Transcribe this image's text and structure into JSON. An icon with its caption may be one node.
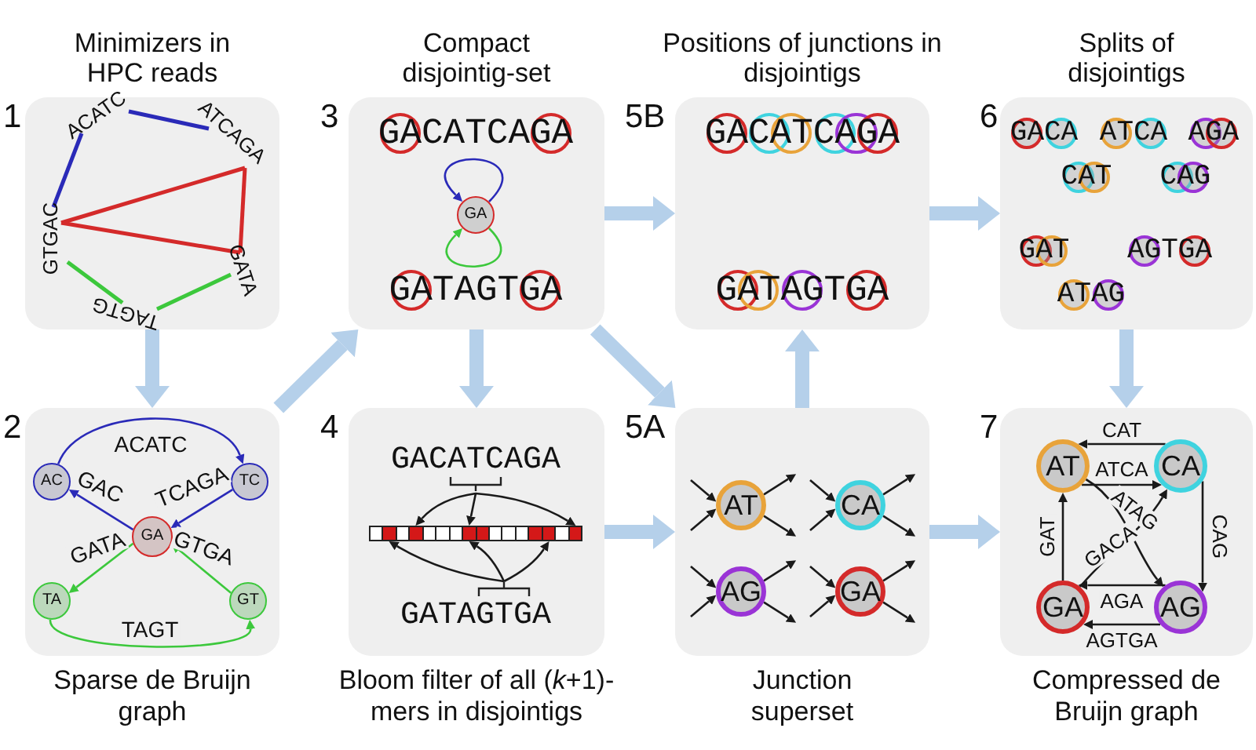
{
  "diagram": {
    "nodes": [
      {
        "text": [
          "Minimizers in HPC reads"
        ],
        "beside": [
          "1"
        ]
      },
      {
        "text": [
          "ACATC"
        ],
        "in": 0
      },
      {
        "text": [
          "ATCAGA"
        ],
        "in": 0
      },
      {
        "text": [
          "GTGAC"
        ],
        "in": 0
      },
      {
        "text": [
          "GATA"
        ],
        "in": 0
      },
      {
        "text": [
          "TAGTG"
        ],
        "in": 0
      },
      {
        "text": [
          "Compact disjointig-set"
        ],
        "beside": [
          "3"
        ]
      },
      {
        "text": [
          "GACATCAGA"
        ],
        "in": 6
      },
      {
        "text": [
          "GA"
        ],
        "in": 6
      },
      {
        "text": [
          "GATAGTGA"
        ],
        "in": 6
      },
      {
        "text": [
          "Positions of junctions in disjointigs"
        ],
        "beside": [
          "5B"
        ]
      },
      {
        "text": [
          "GACATCAGA"
        ],
        "in": 10
      },
      {
        "text": [
          "GATAGTGA"
        ],
        "in": 10
      },
      {
        "text": [
          "Splits of disjointigs"
        ],
        "beside": [
          "6"
        ]
      },
      {
        "text": [
          "GACA"
        ],
        "in": 13
      },
      {
        "text": [
          "ATCA"
        ],
        "in": 13
      },
      {
        "text": [
          "AGA"
        ],
        "in": 13
      },
      {
        "text": [
          "CAT"
        ],
        "in": 13
      },
      {
        "text": [
          "CAG"
        ],
        "in": 13
      },
      {
        "text": [
          "GAT"
        ],
        "in": 13
      },
      {
        "text": [
          "AGTGA"
        ],
        "in": 13
      },
      {
        "text": [
          "ATAG"
        ],
        "in": 13
      },
      {
        "text": [
          "Sparse de Bruijn graph"
        ],
        "beside": [
          "2"
        ]
      },
      {
        "text": [
          "AC"
        ],
        "in": 22
      },
      {
        "text": [
          "TC"
        ],
        "in": 22
      },
      {
        "text": [
          "GA"
        ],
        "in": 22
      },
      {
        "text": [
          "TA"
        ],
        "in": 22
      },
      {
        "text": [
          "GT"
        ],
        "in": 22
      },
      {
        "text": [
          "Bloom filter of all (*k*+1)-mers in disjointigs"
        ],
        "beside": [
          "4"
        ]
      },
      {
        "text": [
          "GACATCAGA"
        ],
        "in": 28
      },
      {
        "text": [],
        "shape": "bar",
        "in": 28
      },
      {
        "text": [
          "GATAGTGA"
        ],
        "in": 28
      },
      {
        "text": [
          "Junction superset"
        ],
        "beside": [
          "5A"
        ]
      },
      {
        "text": [
          "AT"
        ],
        "in": 32
      },
      {
        "text": [
          "CA"
        ],
        "in": 32
      },
      {
        "text": [
          "AG"
        ],
        "in": 32
      },
      {
        "text": [
          "GA"
        ],
        "in": 32
      },
      {
        "text": [
          "Compressed de Bruijn graph"
        ],
        "beside": [
          "7"
        ]
      },
      {
        "text": [
          "AT"
        ],
        "in": 37
      },
      {
        "text": [
          "CA"
        ],
        "in": 37
      },
      {
        "text": [
          "GA"
        ],
        "in": 37
      },
      {
        "text": [
          "AG"
        ],
        "in": 37
      }
    ],
    "edges": [
      {
        "from": 0,
        "to": 22,
        "arrow": "to",
        "style": "thick",
        "color": "#b5d0ea"
      },
      {
        "from": 22,
        "to": 6,
        "arrow": "to",
        "style": "thick",
        "color": "#b5d0ea"
      },
      {
        "from": 6,
        "to": 28,
        "arrow": "to",
        "style": "thick",
        "color": "#b5d0ea"
      },
      {
        "from": 6,
        "to": 10,
        "arrow": "to",
        "style": "thick",
        "color": "#b5d0ea"
      },
      {
        "from": 6,
        "to": 32,
        "arrow": "to",
        "style": "thick",
        "color": "#b5d0ea"
      },
      {
        "from": 28,
        "to": 32,
        "arrow": "to",
        "style": "thick",
        "color": "#b5d0ea"
      },
      {
        "from": 32,
        "to": 10,
        "arrow": "to",
        "style": "thick",
        "color": "#b5d0ea"
      },
      {
        "from": 10,
        "to": 13,
        "arrow": "to",
        "style": "thick",
        "color": "#b5d0ea"
      },
      {
        "from": 13,
        "to": 37,
        "arrow": "to",
        "style": "thick",
        "color": "#b5d0ea"
      },
      {
        "from": 32,
        "to": 37,
        "arrow": "to",
        "style": "thick",
        "color": "#b5d0ea"
      },
      {
        "from": 1,
        "to": 2,
        "arrow": "none",
        "color": "#2a2ab8"
      },
      {
        "from": 1,
        "to": 3,
        "arrow": "none",
        "color": "#2a2ab8"
      },
      {
        "from": 3,
        "to": 2,
        "arrow": "none",
        "color": "#d42a2a"
      },
      {
        "from": 2,
        "to": 4,
        "arrow": "none",
        "color": "#d42a2a"
      },
      {
        "from": 4,
        "to": 3,
        "arrow": "none",
        "color": "#d42a2a"
      },
      {
        "from": 3,
        "to": 5,
        "arrow": "none",
        "color": "#3cc83c"
      },
      {
        "from": 5,
        "to": 4,
        "arrow": "none",
        "color": "#3cc83c"
      },
      {
        "from": 23,
        "to": 24,
        "arrow": "to",
        "label": "ACATC",
        "color": "#2a2ab8"
      },
      {
        "from": 25,
        "to": 23,
        "arrow": "to",
        "label": "GAC",
        "color": "#2a2ab8"
      },
      {
        "from": 24,
        "to": 25,
        "arrow": "to",
        "label": "TCAGA",
        "color": "#2a2ab8"
      },
      {
        "from": 25,
        "to": 26,
        "arrow": "to",
        "label": "GATA",
        "color": "#3cc83c"
      },
      {
        "from": 27,
        "to": 25,
        "arrow": "to",
        "label": "GTGA",
        "color": "#3cc83c"
      },
      {
        "from": 26,
        "to": 27,
        "arrow": "to",
        "label": "TAGT",
        "color": "#3cc83c"
      },
      {
        "from": 8,
        "to": 8,
        "arrow": "to",
        "color": "#2a2ab8"
      },
      {
        "from": 8,
        "to": 8,
        "arrow": "to",
        "color": "#3cc83c"
      },
      {
        "from": 29,
        "to": 30,
        "arrow": "to"
      },
      {
        "from": 29,
        "to": 30,
        "arrow": "to"
      },
      {
        "from": 29,
        "to": 30,
        "arrow": "to"
      },
      {
        "from": 31,
        "to": 30,
        "arrow": "to"
      },
      {
        "from": 31,
        "to": 30,
        "arrow": "to"
      },
      {
        "from": 31,
        "to": 30,
        "arrow": "to"
      },
      {
        "from": null,
        "to": 33,
        "arrow": "to"
      },
      {
        "from": null,
        "to": 33,
        "arrow": "to"
      },
      {
        "from": 33,
        "to": null,
        "arrow": "to"
      },
      {
        "from": 33,
        "to": null,
        "arrow": "to"
      },
      {
        "from": null,
        "to": 34,
        "arrow": "to"
      },
      {
        "from": null,
        "to": 34,
        "arrow": "to"
      },
      {
        "from": 34,
        "to": null,
        "arrow": "to"
      },
      {
        "from": 34,
        "to": null,
        "arrow": "to"
      },
      {
        "from": null,
        "to": 35,
        "arrow": "to"
      },
      {
        "from": null,
        "to": 35,
        "arrow": "to"
      },
      {
        "from": 35,
        "to": null,
        "arrow": "to"
      },
      {
        "from": 35,
        "to": null,
        "arrow": "to"
      },
      {
        "from": null,
        "to": 36,
        "arrow": "to"
      },
      {
        "from": null,
        "to": 36,
        "arrow": "to"
      },
      {
        "from": 36,
        "to": null,
        "arrow": "to"
      },
      {
        "from": 36,
        "to": null,
        "arrow": "to"
      },
      {
        "from": 39,
        "to": 38,
        "arrow": "to",
        "label": "CAT"
      },
      {
        "from": 38,
        "to": 39,
        "arrow": "to",
        "label": "ATCA"
      },
      {
        "from": 38,
        "to": 41,
        "arrow": "to",
        "label": "ATAG"
      },
      {
        "from": 39,
        "to": 41,
        "arrow": "to",
        "label": "CAG"
      },
      {
        "from": 40,
        "to": 38,
        "arrow": "to",
        "label": "GAT"
      },
      {
        "from": 40,
        "to": 39,
        "arrow": "to",
        "label": "GACA"
      },
      {
        "from": 41,
        "to": 40,
        "arrow": "to",
        "label": "AGA"
      },
      {
        "from": 41,
        "to": 40,
        "arrow": "to",
        "label": "AGTGA"
      }
    ]
  }
}
